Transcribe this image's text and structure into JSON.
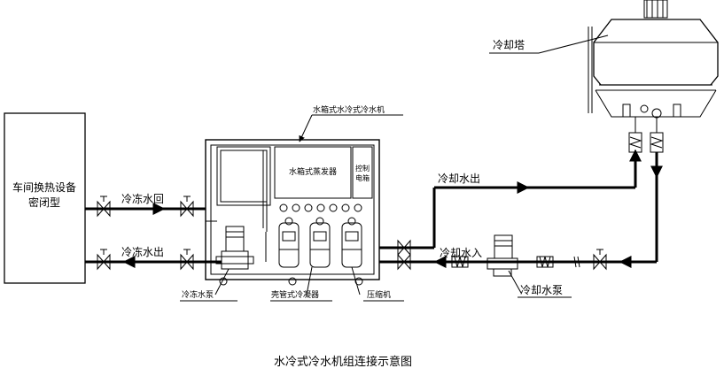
{
  "labels": {
    "workshop_equipment_line1": "车间换热设备",
    "workshop_equipment_line2": "密闭型",
    "chilled_water_return": "冷冻水回",
    "chilled_water_out": "冷冻水出",
    "unit_title": "水箱式水冷式冷水机",
    "tank_evaporator": "水箱式蒸发器",
    "control_box_line1": "控制",
    "control_box_line2": "电箱",
    "chilled_water_pump": "冷冻水泵",
    "shell_tube_condenser": "壳管式冷凝器",
    "compressor": "压缩机",
    "cooling_water_out": "冷却水出",
    "cooling_water_in": "冷却水入",
    "cooling_water_pump": "冷却水泵",
    "cooling_tower": "冷却塔",
    "diagram_title": "水冷式冷水机组连接示意图"
  },
  "colors": {
    "line": "#000000",
    "background": "#ffffff"
  }
}
